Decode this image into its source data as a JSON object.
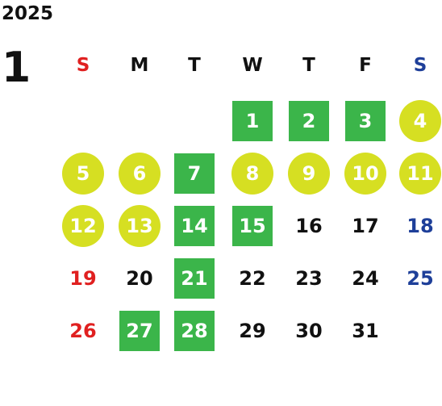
{
  "year": "2025",
  "month": "1",
  "weekdays": [
    "S",
    "M",
    "T",
    "W",
    "T",
    "F",
    "S"
  ],
  "colors": {
    "sunday": "#e02020",
    "saturday": "#1e3f99",
    "weekday": "#111111",
    "green_fill": "#3bb54a",
    "yellow_fill": "#d6df22",
    "highlight_text": "#ffffff"
  },
  "days": [
    {
      "day": "1",
      "style": "green"
    },
    {
      "day": "2",
      "style": "green"
    },
    {
      "day": "3",
      "style": "green"
    },
    {
      "day": "4",
      "style": "circle"
    },
    {
      "day": "5",
      "style": "circle"
    },
    {
      "day": "6",
      "style": "circle"
    },
    {
      "day": "7",
      "style": "green"
    },
    {
      "day": "8",
      "style": "circle"
    },
    {
      "day": "9",
      "style": "circle"
    },
    {
      "day": "10",
      "style": "circle"
    },
    {
      "day": "11",
      "style": "circle"
    },
    {
      "day": "12",
      "style": "circle"
    },
    {
      "day": "13",
      "style": "circle"
    },
    {
      "day": "14",
      "style": "green"
    },
    {
      "day": "15",
      "style": "green"
    },
    {
      "day": "16",
      "style": "plain"
    },
    {
      "day": "17",
      "style": "plain"
    },
    {
      "day": "18",
      "style": "plain"
    },
    {
      "day": "19",
      "style": "plain"
    },
    {
      "day": "20",
      "style": "plain"
    },
    {
      "day": "21",
      "style": "green"
    },
    {
      "day": "22",
      "style": "plain"
    },
    {
      "day": "23",
      "style": "plain"
    },
    {
      "day": "24",
      "style": "plain"
    },
    {
      "day": "25",
      "style": "plain"
    },
    {
      "day": "26",
      "style": "plain"
    },
    {
      "day": "27",
      "style": "green"
    },
    {
      "day": "28",
      "style": "green"
    },
    {
      "day": "29",
      "style": "plain"
    },
    {
      "day": "30",
      "style": "plain"
    },
    {
      "day": "31",
      "style": "plain"
    }
  ]
}
